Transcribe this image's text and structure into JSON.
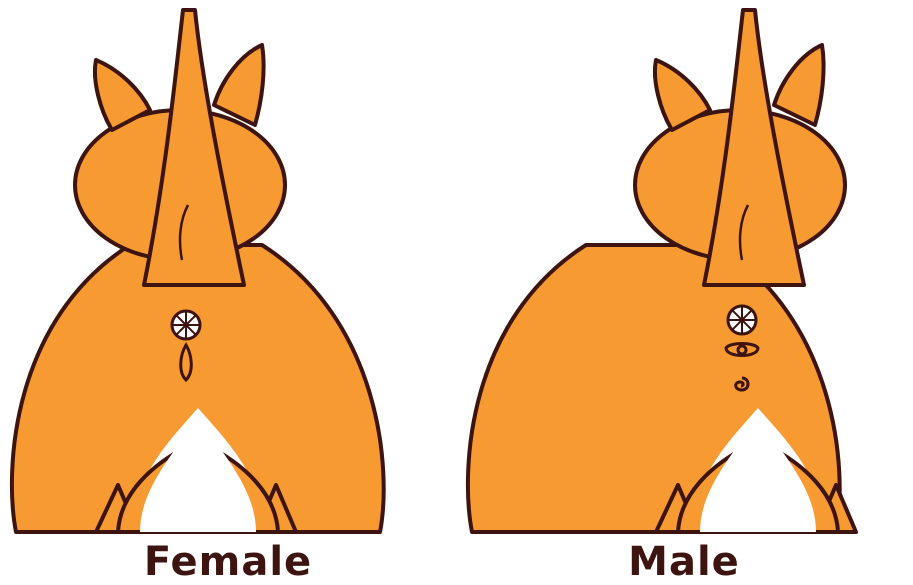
{
  "colors": {
    "fur": "#F79A32",
    "outline": "#3D1410",
    "background": "#FFFFFF"
  },
  "panels": [
    {
      "label": "Female",
      "genital_type": "female"
    },
    {
      "label": "Male",
      "genital_type": "male"
    }
  ]
}
